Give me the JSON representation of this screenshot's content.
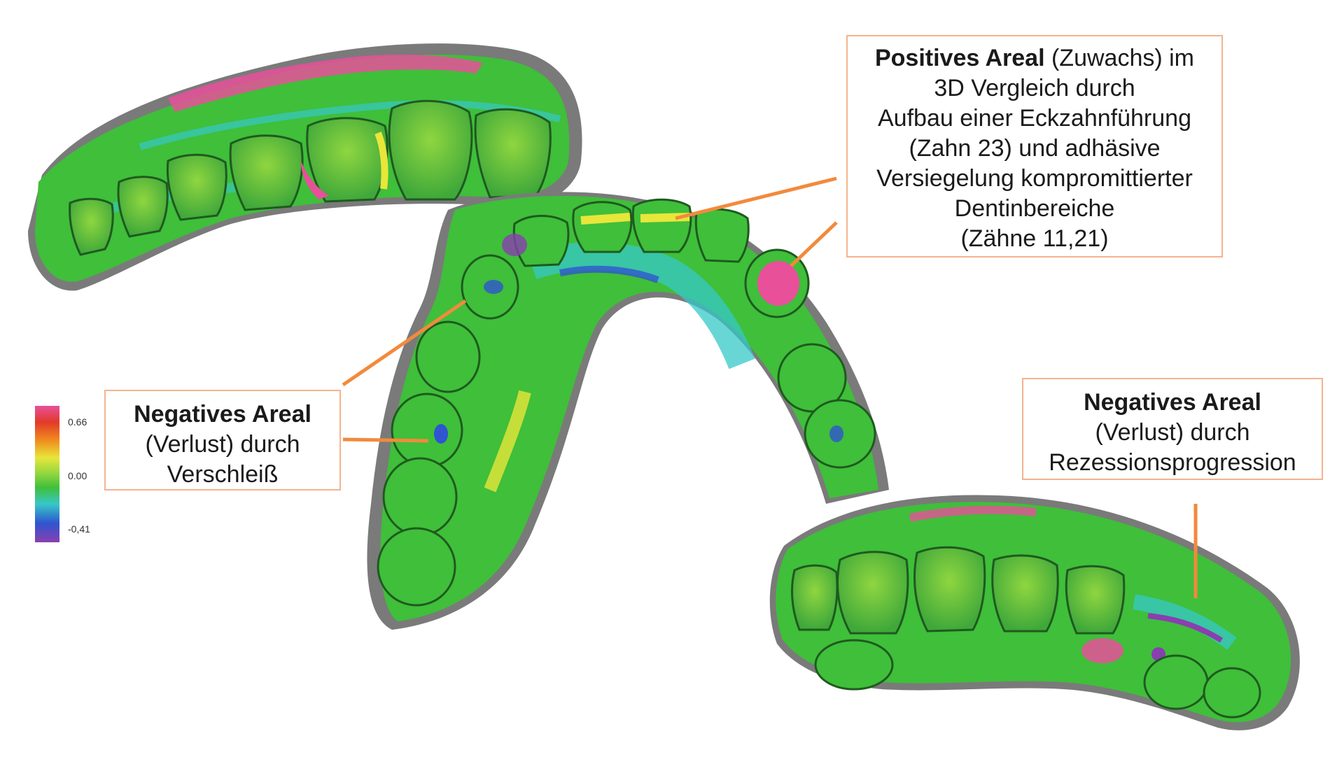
{
  "colors": {
    "callout_border": "#f3b38e",
    "leader_line": "#f28a3c",
    "mesh_gray": "#7a7a7a",
    "surface_green": "#3fbf3a",
    "surface_light_green": "#8fd640",
    "surface_yellow": "#e8e63a",
    "surface_cyan": "#37c8c8",
    "surface_blue": "#2f55d0",
    "surface_purple": "#8a3fb0",
    "surface_magenta": "#e8509a",
    "surface_red": "#e23a2a"
  },
  "color_scale": {
    "max_label": "0.66",
    "mid_label": "0.00",
    "min_label": "-0,41",
    "stops": [
      "#e8509a",
      "#e23a2a",
      "#f08a1e",
      "#e8e63a",
      "#8fd640",
      "#3fbf3a",
      "#37c8c8",
      "#2f55d0",
      "#8a3fb0"
    ]
  },
  "callouts": {
    "positive": {
      "bold": "Positives Areal",
      "line1_rest": " (Zuwachs) im",
      "line2": "3D Vergleich durch",
      "line3": "Aufbau einer Eckzahnführung",
      "line4": "(Zahn 23) und adhäsive",
      "line5": "Versiegelung kompromittierter",
      "line6": "Dentinbereiche",
      "line7": "(Zähne 11,21)"
    },
    "wear": {
      "bold": "Negatives Areal",
      "line2": "(Verlust) durch",
      "line3": "Verschleiß"
    },
    "recession": {
      "bold": "Negatives Areal",
      "line2": "(Verlust) durch",
      "line3": "Rezessionsprogression"
    }
  }
}
